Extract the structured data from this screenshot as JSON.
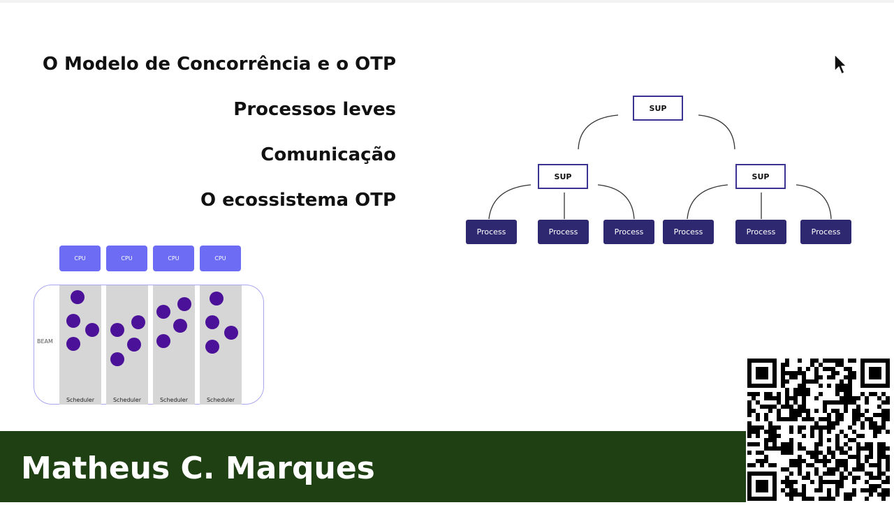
{
  "agenda": {
    "items": [
      {
        "label": "O Modelo de Concorrência e o OTP"
      },
      {
        "label": "Processos leves"
      },
      {
        "label": "Comunicação"
      },
      {
        "label": "O ecossistema OTP"
      }
    ]
  },
  "beam_diagram": {
    "beam_label": "BEAM",
    "cpu_label": "CPU",
    "scheduler_label": "Scheduler",
    "cpus": [
      "CPU",
      "CPU",
      "CPU",
      "CPU"
    ],
    "schedulers": [
      {
        "label": "Scheduler",
        "process_count": 4
      },
      {
        "label": "Scheduler",
        "process_count": 4
      },
      {
        "label": "Scheduler",
        "process_count": 4
      },
      {
        "label": "Scheduler",
        "process_count": 4
      }
    ],
    "colors": {
      "cpu": "#6c6cf5",
      "process": "#4b1299",
      "scheduler": "#d6d6d6",
      "frame": "#a9a6f0"
    }
  },
  "supervision_tree": {
    "root": {
      "label": "SUP"
    },
    "supervisors": [
      {
        "label": "SUP",
        "children": [
          "Process",
          "Process",
          "Process"
        ]
      },
      {
        "label": "SUP",
        "children": [
          "Process",
          "Process",
          "Process"
        ]
      }
    ],
    "colors": {
      "sup_border": "#3b3391",
      "process_fill": "#2d2870"
    }
  },
  "banner": {
    "name": "Matheus C. Marques",
    "background": "#1e4012"
  },
  "qr": {
    "icon": "qr-code-icon"
  },
  "cursor": {
    "icon": "mouse-pointer-icon"
  }
}
